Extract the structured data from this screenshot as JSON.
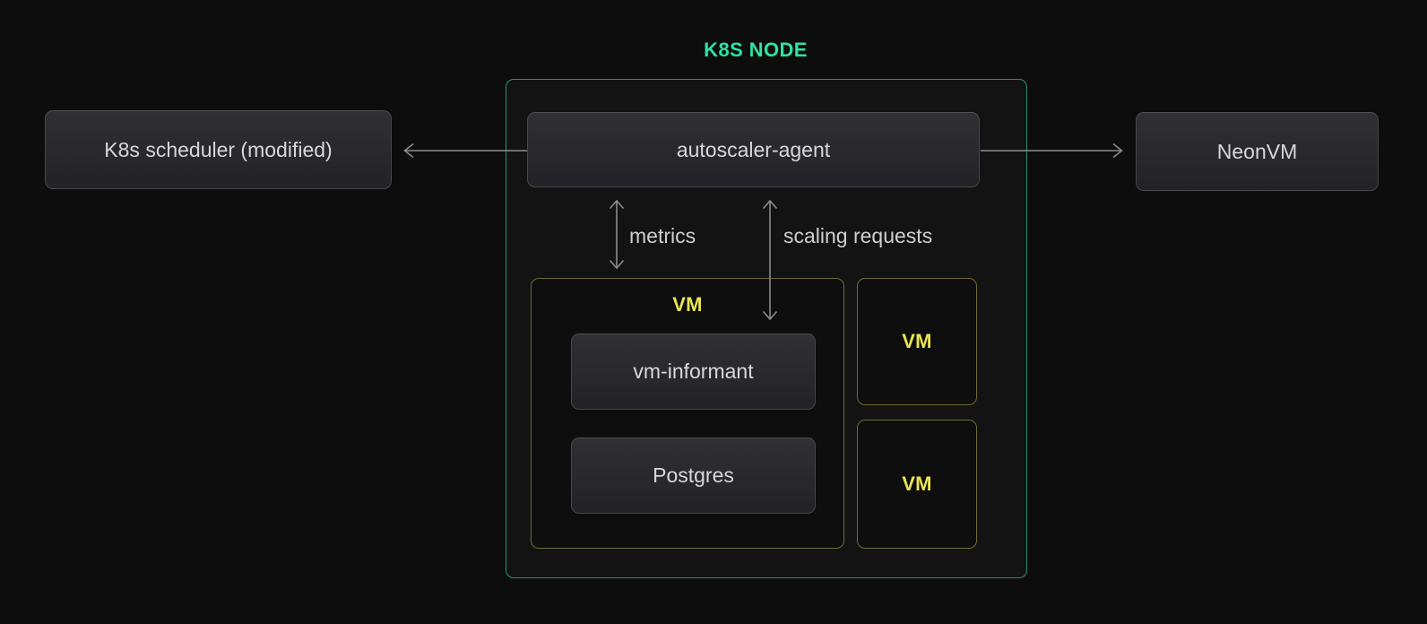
{
  "title": "K8S NODE",
  "colors": {
    "page-bg": "#0c0d0c",
    "container-bg": "#121312",
    "container-border": "#2f8f6d",
    "title-green": "#2fe3a3",
    "box-border": "#47474b",
    "box-bg-top": "#303034",
    "box-bg-bottom": "#232327",
    "box-text": "#d8d8d9",
    "vm-border": "#6f6b35",
    "vm-bg": "#0d0e0d",
    "vm-text": "#e9e44f",
    "arrow": "#8c8c8c",
    "label-text": "#cfcfd0"
  },
  "nodes": {
    "scheduler": "K8s scheduler (modified)",
    "agent": "autoscaler-agent",
    "neonvm": "NeonVM",
    "vm_informant": "vm-informant",
    "postgres": "Postgres"
  },
  "vm_group": {
    "label": "VM"
  },
  "vm_small_1": {
    "label": "VM"
  },
  "vm_small_2": {
    "label": "VM"
  },
  "edges": {
    "metrics": "metrics",
    "scaling": "scaling requests"
  }
}
